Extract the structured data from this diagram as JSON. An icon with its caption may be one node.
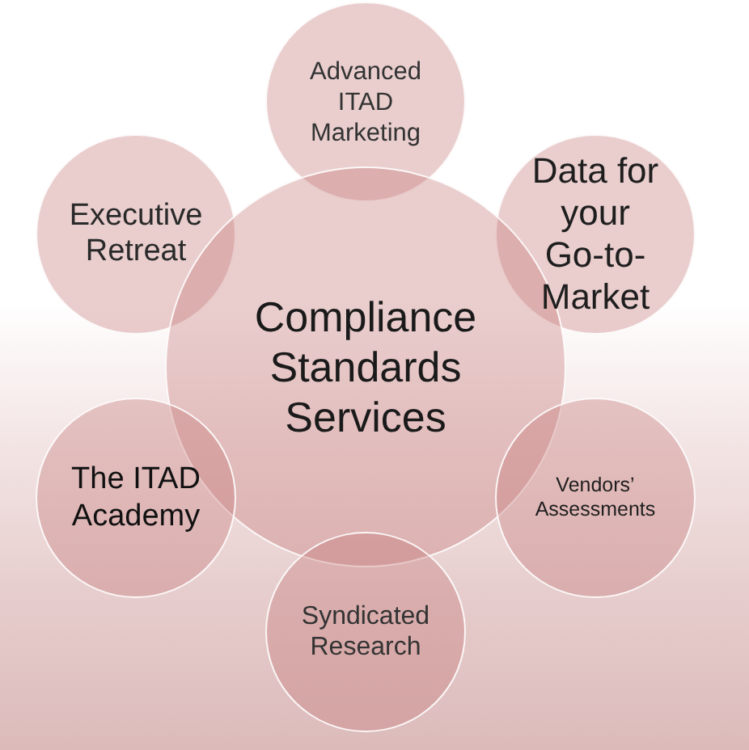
{
  "diagram": {
    "nodes": [
      {
        "text": [
          "Advanced ITAD Marketing"
        ]
      },
      {
        "text": [
          "Executive Retreat"
        ]
      },
      {
        "text": [
          "Data for your Go-to-Market"
        ]
      },
      {
        "text": [
          "Compliance Standards Services"
        ]
      },
      {
        "text": [
          "The ITAD Academy"
        ]
      },
      {
        "text": [
          "Vendors’ Assessments"
        ]
      },
      {
        "text": [
          "Syndicated Research"
        ]
      }
    ]
  }
}
